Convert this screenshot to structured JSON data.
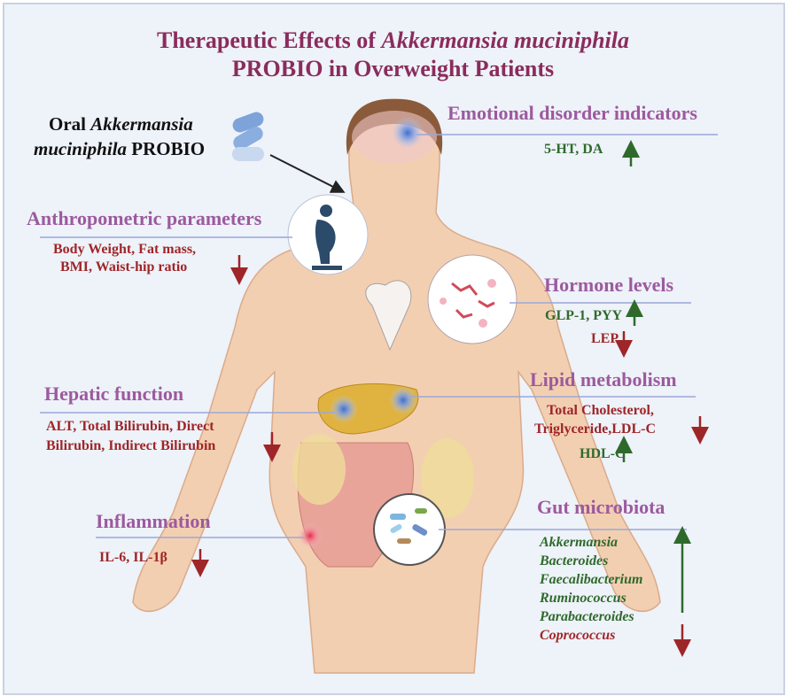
{
  "title": {
    "line1_prefix": "Therapeutic Effects of ",
    "line1_italic": "Akkermansia muciniphila",
    "line2": "PROBIO in Overweight Patients"
  },
  "oral": {
    "prefix": "Oral ",
    "italic1": "Akkermansia",
    "italic2": "muciniphila",
    "suffix": " PROBIO"
  },
  "sections": {
    "emotional": {
      "heading": "Emotional disorder indicators",
      "items": "5-HT, DA",
      "direction": "up"
    },
    "anthropometric": {
      "heading": "Anthropometric parameters",
      "line1": "Body Weight, Fat mass,",
      "line2": "BMI, Waist-hip ratio",
      "direction": "down"
    },
    "hormone": {
      "heading": "Hormone levels",
      "up_items": "GLP-1, PYY",
      "down_items": "LEP"
    },
    "lipid": {
      "heading": "Lipid metabolism",
      "line1": "Total Cholesterol,",
      "line2": "Triglyceride,LDL-C",
      "up_items": "HDL-C"
    },
    "hepatic": {
      "heading": "Hepatic function",
      "line1": "ALT, Total Bilirubin, Direct",
      "line2": "Bilirubin, Indirect Bilirubin",
      "direction": "down"
    },
    "inflammation": {
      "heading": "Inflammation",
      "items": "IL-6, IL-1β",
      "direction": "down"
    },
    "gut": {
      "heading": "Gut microbiota",
      "increased": [
        "Akkermansia",
        "Bacteroides",
        "Faecalibacterium",
        "Ruminococcus",
        "Parabacteroides"
      ],
      "decreased": [
        "Coprococcus"
      ]
    }
  },
  "colors": {
    "title": "#8a2c5c",
    "heading": "#9c5a9e",
    "down": "#9e2628",
    "up": "#2f6a2c",
    "line": "#9aa8d8"
  }
}
